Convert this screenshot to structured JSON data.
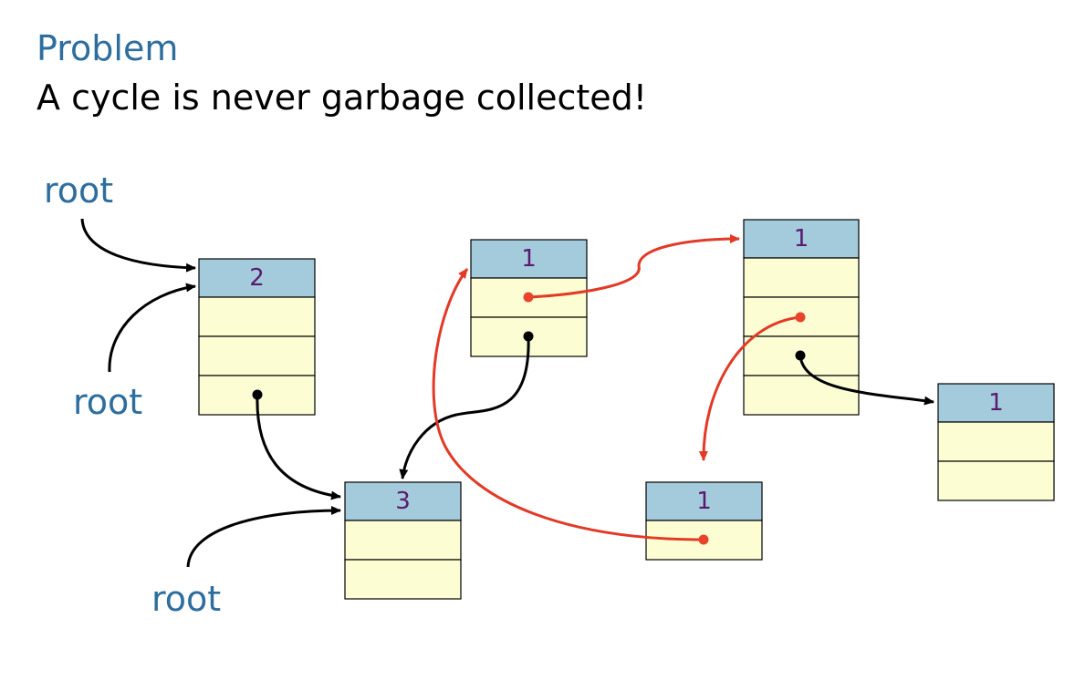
{
  "title": "Problem",
  "subtitle": "A cycle is never garbage collected!",
  "root_label": "root",
  "colors": {
    "title": "#2e6e9e",
    "root_label": "#2e6e9e",
    "header_fill": "#a3cbdc",
    "cell_fill": "#fdfdd3",
    "count_text": "#5a1a6e",
    "pointer": "#000000",
    "cycle_pointer": "#e23a26",
    "cycle_dot": "#e8442c"
  },
  "objects": [
    {
      "id": "obj-a",
      "ref_count": "2",
      "fields": 3
    },
    {
      "id": "obj-b",
      "ref_count": "1",
      "fields": 2
    },
    {
      "id": "obj-c",
      "ref_count": "1",
      "fields": 4
    },
    {
      "id": "obj-d",
      "ref_count": "3",
      "fields": 2
    },
    {
      "id": "obj-e",
      "ref_count": "1",
      "fields": 1
    },
    {
      "id": "obj-f",
      "ref_count": "1",
      "fields": 2
    }
  ]
}
